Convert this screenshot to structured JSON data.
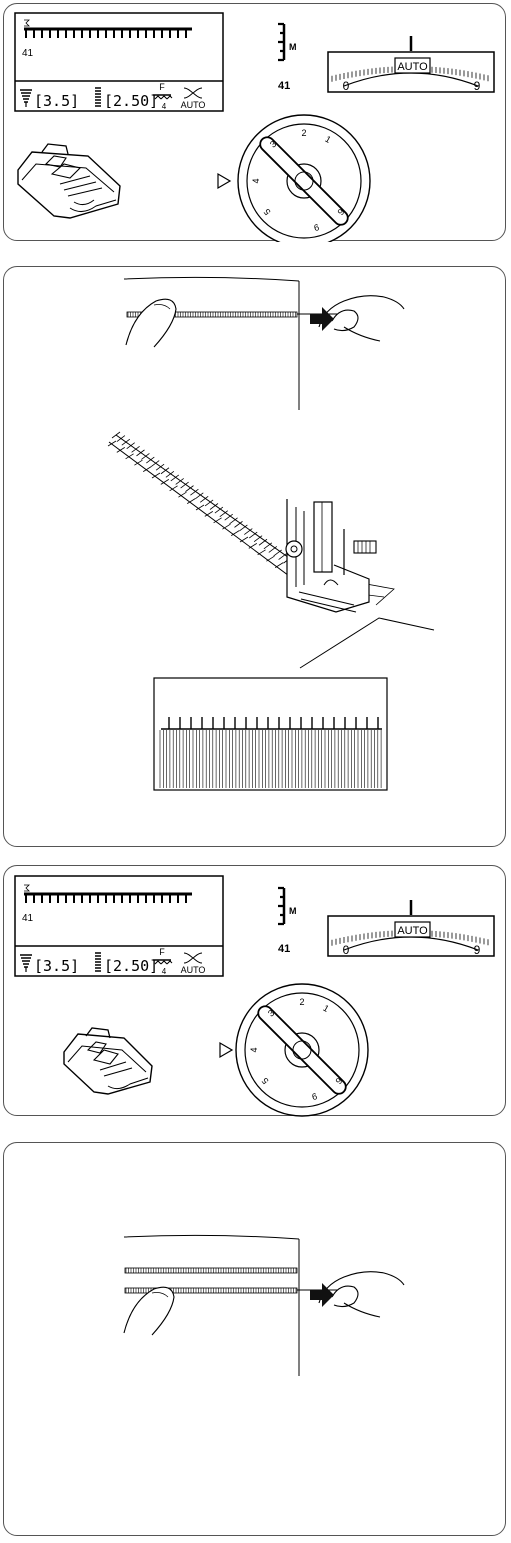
{
  "panel1": {
    "pattern_number": "41",
    "stitch_width": "[3.5]",
    "stitch_length": "[2.50]",
    "feed_label": "F",
    "feed_value": "4",
    "auto_label": "AUTO",
    "lever_label": "M",
    "lever_number": "41",
    "tension_label": "AUTO",
    "tension_min": "0",
    "tension_max": "9",
    "dial_numbers": [
      "1",
      "2",
      "3",
      "4",
      "5",
      "6",
      "9"
    ]
  },
  "panel3": {
    "pattern_number": "41",
    "stitch_width": "[3.5]",
    "stitch_length": "[2.50]",
    "feed_label": "F",
    "feed_value": "4",
    "auto_label": "AUTO",
    "lever_label": "M",
    "lever_number": "41",
    "tension_label": "AUTO",
    "tension_min": "0",
    "tension_max": "9",
    "dial_numbers": [
      "1",
      "2",
      "3",
      "4",
      "5",
      "6",
      "9"
    ]
  }
}
